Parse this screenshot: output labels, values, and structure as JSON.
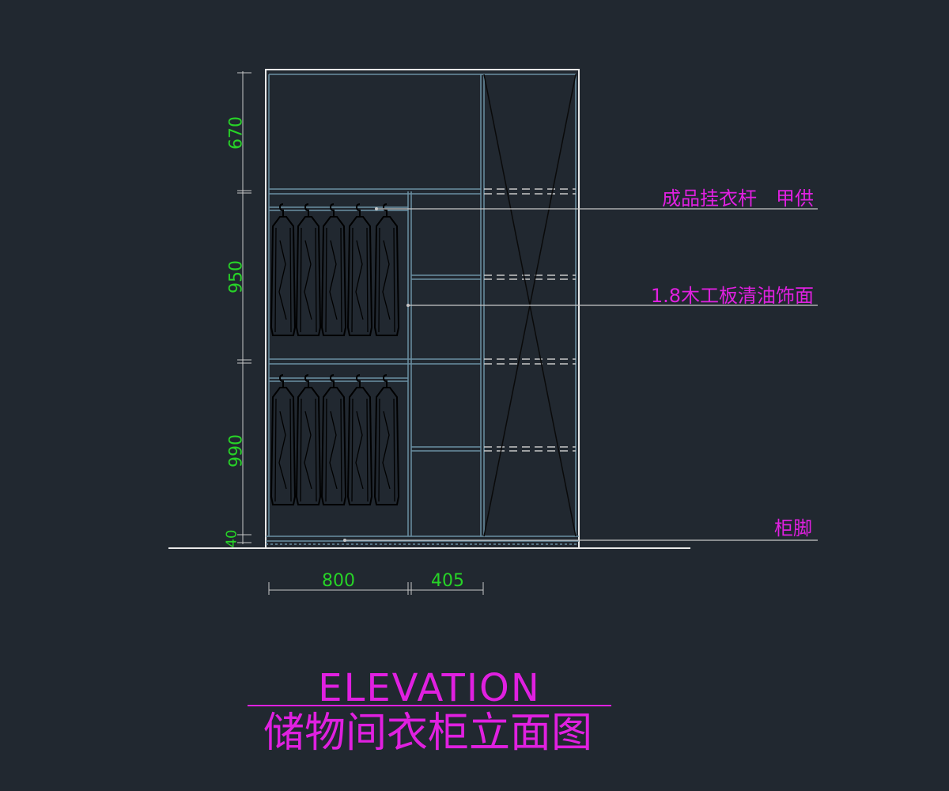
{
  "colors": {
    "background": "#212830",
    "outline": "#e8e8e8",
    "panel": "#6b8fa3",
    "dimension_text": "#27d327",
    "annotation_text": "#e020e0",
    "leader": "#c8c8c8",
    "garment": "#000000"
  },
  "dimensions": {
    "vertical": [
      "670",
      "950",
      "990",
      "40"
    ],
    "horizontal": [
      "800",
      "405"
    ]
  },
  "annotations": {
    "hanging_rod": "成品挂衣杆　甲供",
    "panel_finish": "1.8木工板清油饰面",
    "cabinet_base": "柜脚"
  },
  "title": {
    "english": "ELEVATION",
    "chinese": "储物间衣柜立面图"
  }
}
